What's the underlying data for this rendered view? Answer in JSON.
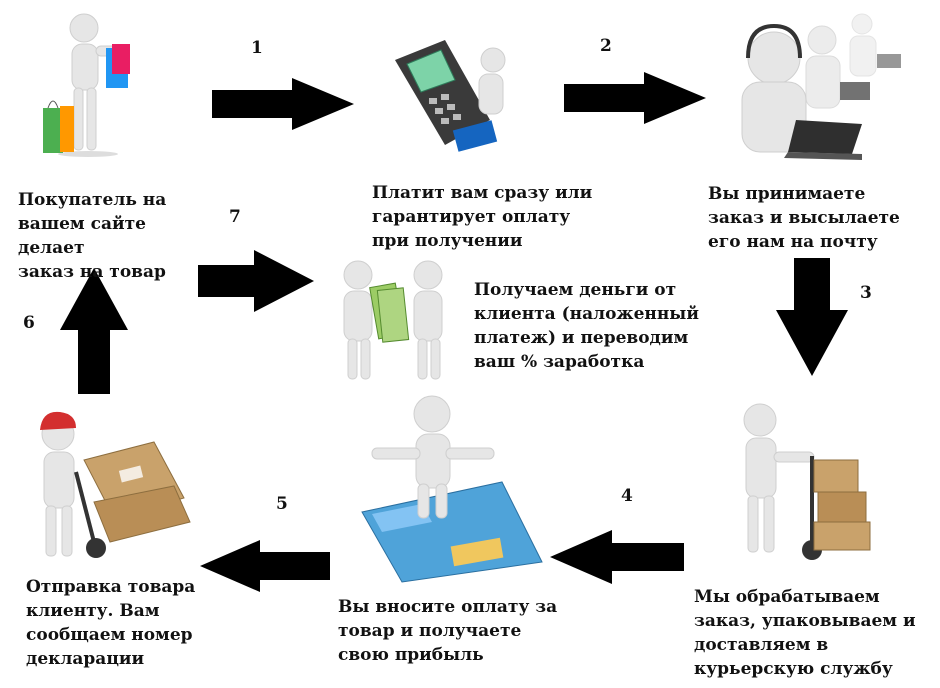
{
  "steps": {
    "s1": "Покупатель на\nвашем сайте делает\nзаказ на товар",
    "s2": "Платит вам сразу или\nгарантирует оплату\nпри получении",
    "s3": "Вы принимаете\nзаказ и высылаете\nего нам на почту",
    "s4": "Мы обрабатываем\nзаказ, упаковываем и\nдоставляем в\nкурьерскую службу",
    "s5": "Вы вносите оплату за\nтовар и получаете\nсвою прибыль",
    "s6": "Отправка товара\nклиенту. Вам\nсообщаем номер\nдекларации",
    "s7": "Получаем деньги от\nклиента (наложенный\nплатеж) и переводим\nваш % заработка"
  },
  "arrows": {
    "n1": "1",
    "n2": "2",
    "n3": "3",
    "n4": "4",
    "n5": "5",
    "n6": "6",
    "n7": "7"
  },
  "icons": {
    "shopper": "shopper-with-bags-icon",
    "terminal": "payment-terminal-icon",
    "operators": "call-center-operators-icon",
    "courier": "hand-truck-boxes-icon",
    "card": "person-on-credit-card-icon",
    "delivery": "delivery-man-boxes-icon",
    "cash": "money-exchange-icon"
  },
  "colors": {
    "arrow": "#000000",
    "figure": "#e6e6e6",
    "box": "#c9a26b",
    "bag_green": "#4caf50",
    "bag_blue": "#2196f3",
    "cap_red": "#d32f2f"
  }
}
